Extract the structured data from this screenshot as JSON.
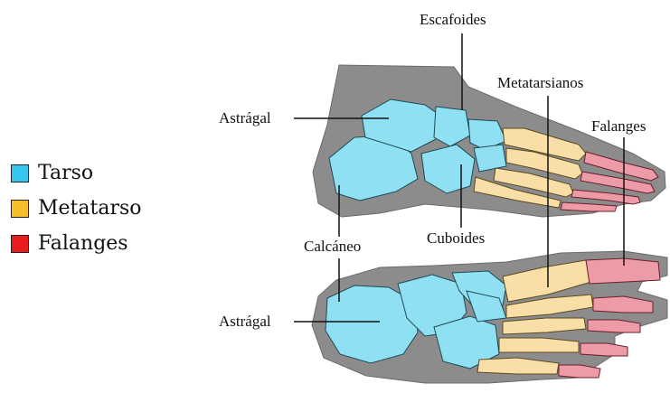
{
  "legend": {
    "items": [
      {
        "label": "Tarso",
        "color": "#34C6EE"
      },
      {
        "label": "Metatarso",
        "color": "#F5BE2A"
      },
      {
        "label": "Falanges",
        "color": "#E81E1E"
      }
    ]
  },
  "labels": {
    "escafoides": "Escafoides",
    "metatarsianos": "Metatarsianos",
    "astragal_top": "Astrágal",
    "falanges": "Falanges",
    "calcaneo": "Calcáneo",
    "cuboides": "Cuboides",
    "astragal_bottom": "Astrágal"
  },
  "colors": {
    "tarsal_bone": "#8FE0F2",
    "metatarsal_bone": "#F9DEA8",
    "phalanx_bone": "#EE9BA8",
    "foot_outline": "#8C8C8C",
    "leader_line": "#111111"
  }
}
